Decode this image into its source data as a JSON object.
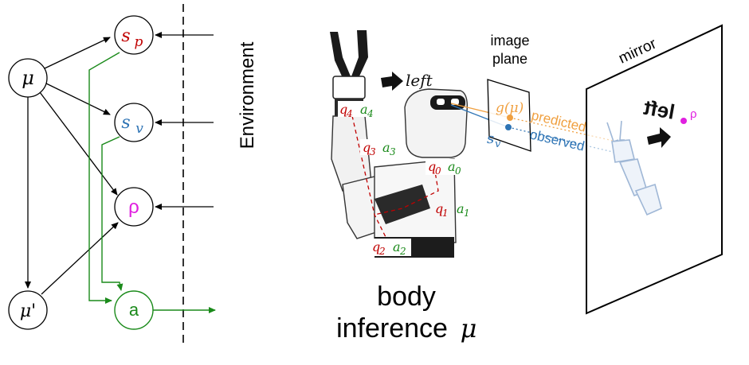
{
  "graph": {
    "nodes": {
      "mu": "μ",
      "sp": "s",
      "sp_sub": "p",
      "sv": "s",
      "sv_sub": "v",
      "rho": "ρ",
      "mu_prime": "μ'",
      "a": "a"
    },
    "environment_label": "Environment"
  },
  "robot": {
    "left_label": "left",
    "joints": [
      {
        "q": "q",
        "q_sub": "4",
        "a": "a",
        "a_sub": "4"
      },
      {
        "q": "q",
        "q_sub": "3",
        "a": "a",
        "a_sub": "3"
      },
      {
        "q": "q",
        "q_sub": "0",
        "a": "a",
        "a_sub": "0"
      },
      {
        "q": "q",
        "q_sub": "1",
        "a": "a",
        "a_sub": "1"
      },
      {
        "q": "q",
        "q_sub": "2",
        "a": "a",
        "a_sub": "2"
      }
    ],
    "caption_line1": "body",
    "caption_line2": "inference",
    "caption_symbol": "μ"
  },
  "projection": {
    "image_plane_line1": "image",
    "image_plane_line2": "plane",
    "g_mu": "g(μ)",
    "sv": "s",
    "sv_sub": "v",
    "predicted": "predicted",
    "observed": "observed",
    "mirror_label": "mirror",
    "mirror_text": "left",
    "mirror_rho": "ρ"
  },
  "colors": {
    "red": "#c00000",
    "blue": "#2e74b5",
    "magenta": "#e020e0",
    "green": "#1a8a1a",
    "orange": "#f0a040",
    "black": "#000000"
  }
}
